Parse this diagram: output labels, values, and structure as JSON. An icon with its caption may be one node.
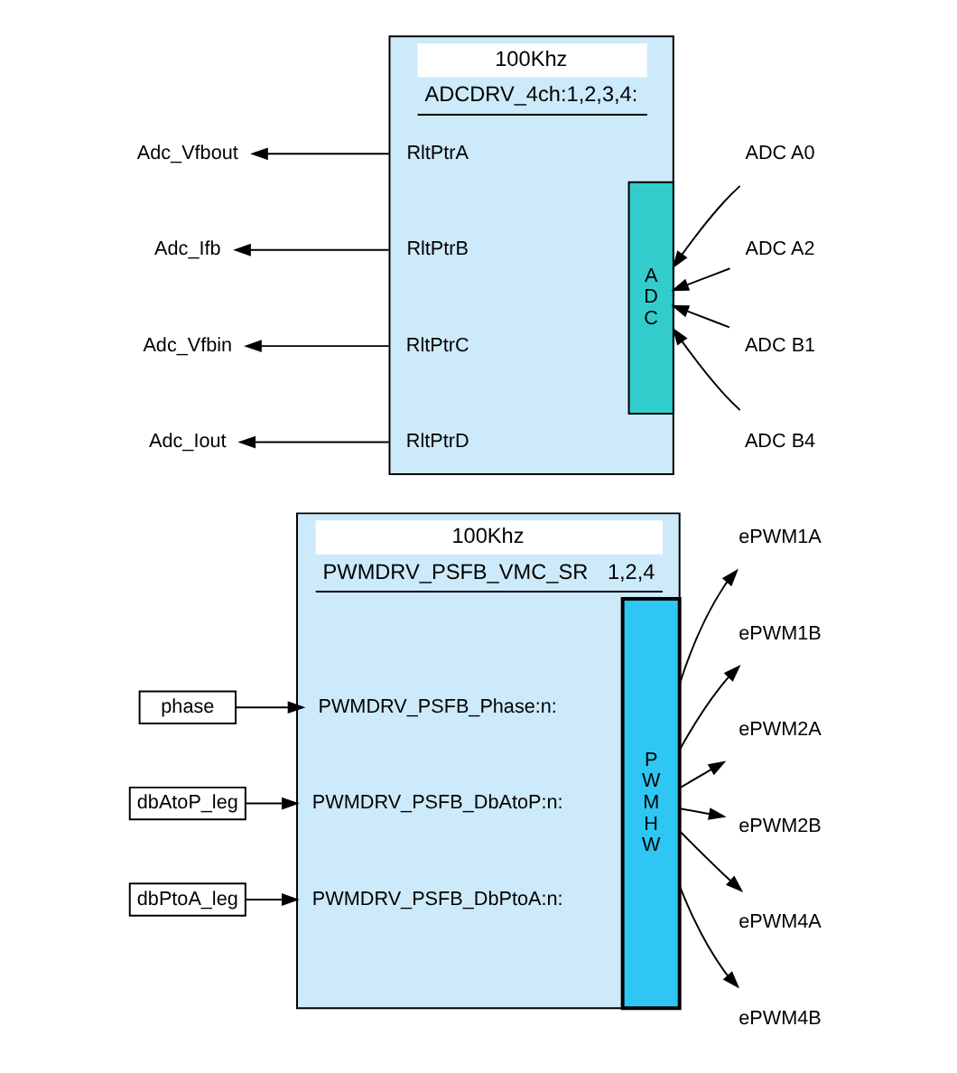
{
  "diagram": {
    "nodes": [
      {
        "text": [
          "PWMDRV_PSFB_VMC_SR",
          "1,2,4"
        ],
        "beside": [
          "100Khz"
        ]
      },
      {
        "text": [
          "PWMDRV_PSFB_Phase:n:"
        ],
        "in": 0
      },
      {
        "text": [
          "PWMDRV_PSFB_DbAtoP:n:"
        ],
        "in": 0
      },
      {
        "text": [
          "PWMDRV_PSFB_DbPtoA:n:"
        ],
        "in": 0
      },
      {
        "text": [
          "PWM HW"
        ],
        "in": 0
      },
      {
        "text": [
          "phase"
        ]
      },
      {
        "text": [
          "dbAtoP_leg"
        ]
      },
      {
        "text": [
          "dbPtoA_leg"
        ]
      },
      {
        "text": [
          "ePWM1A"
        ]
      },
      {
        "text": [
          "ePWM1B"
        ]
      },
      {
        "text": [
          "ePWM2A"
        ]
      },
      {
        "text": [
          "ePWM2B"
        ]
      },
      {
        "text": [
          "ePWM4A"
        ]
      },
      {
        "text": [
          "ePWM4B"
        ]
      },
      {
        "text": [
          "ADCDRV_4ch:1,2,3,4:"
        ],
        "beside": [
          "100Khz"
        ]
      },
      {
        "text": [
          "RltPtrA"
        ],
        "in": 14
      },
      {
        "text": [
          "RltPtrB"
        ],
        "in": 14
      },
      {
        "text": [
          "RltPtrC"
        ],
        "in": 14
      },
      {
        "text": [
          "RltPtrD"
        ],
        "in": 14
      },
      {
        "text": [
          "ADC"
        ],
        "in": 14
      },
      {
        "text": [
          "Adc_Vfbout"
        ]
      },
      {
        "text": [
          "Adc_Ifb"
        ]
      },
      {
        "text": [
          "Adc_Vfbin"
        ]
      },
      {
        "text": [
          "Adc_Iout"
        ]
      },
      {
        "text": [
          "ADC A0"
        ]
      },
      {
        "text": [
          "ADC A2"
        ]
      },
      {
        "text": [
          "ADC B1"
        ]
      },
      {
        "text": [
          "ADC B4"
        ]
      }
    ],
    "edges": [
      {
        "from": 5,
        "to": 1,
        "arrow": "to"
      },
      {
        "from": 6,
        "to": 2,
        "arrow": "to"
      },
      {
        "from": 7,
        "to": 3,
        "arrow": "to"
      },
      {
        "from": 4,
        "to": 8,
        "arrow": "to"
      },
      {
        "from": 4,
        "to": 9,
        "arrow": "to"
      },
      {
        "from": 4,
        "to": 10,
        "arrow": "to"
      },
      {
        "from": 4,
        "to": 11,
        "arrow": "to"
      },
      {
        "from": 4,
        "to": 12,
        "arrow": "to"
      },
      {
        "from": 4,
        "to": 13,
        "arrow": "to"
      },
      {
        "from": 15,
        "to": 20,
        "arrow": "to"
      },
      {
        "from": 16,
        "to": 21,
        "arrow": "to"
      },
      {
        "from": 17,
        "to": 22,
        "arrow": "to"
      },
      {
        "from": 18,
        "to": 23,
        "arrow": "to"
      },
      {
        "from": 24,
        "to": 19,
        "arrow": "to"
      },
      {
        "from": 25,
        "to": 19,
        "arrow": "to"
      },
      {
        "from": 26,
        "to": 19,
        "arrow": "to"
      },
      {
        "from": 27,
        "to": 19,
        "arrow": "to"
      }
    ]
  }
}
